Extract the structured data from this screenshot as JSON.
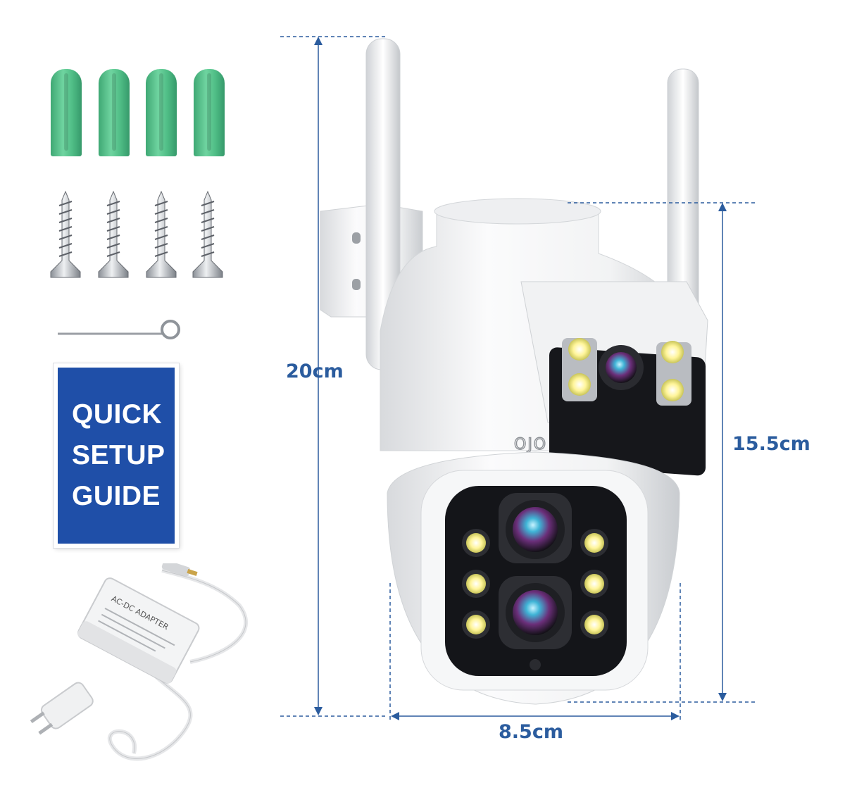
{
  "accessories": {
    "guide": {
      "lines": [
        "QUICK",
        "SETUP",
        "GUIDE"
      ]
    },
    "adapter": {
      "label": "AC-DC ADAPTER"
    }
  },
  "camera": {
    "brand": "OJO"
  },
  "dimensions": {
    "height_total": "20cm",
    "height_body": "15.5cm",
    "width": "8.5cm"
  },
  "colors": {
    "anchor_green": "#4fbd86",
    "dimension_blue": "#2b5c9e",
    "guide_blue": "#1f4fa8",
    "led_yellow": "#fff59a"
  }
}
